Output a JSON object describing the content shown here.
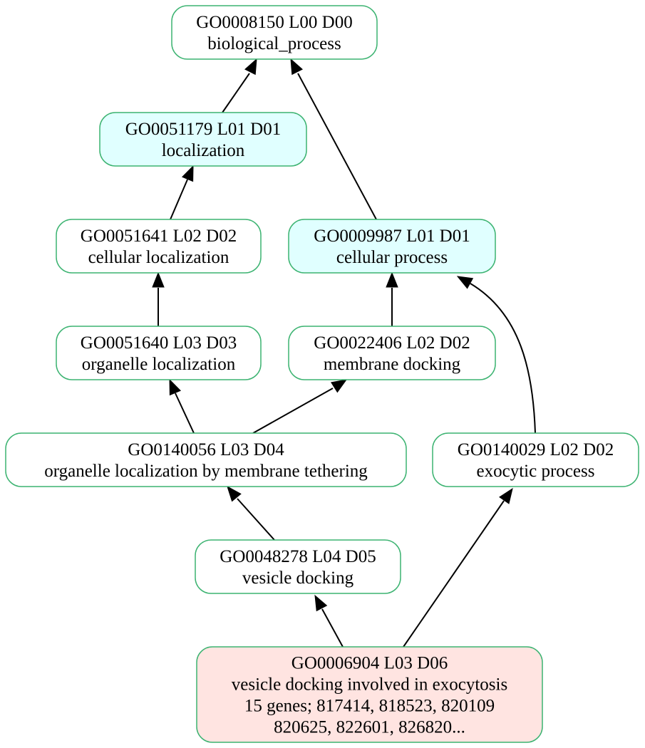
{
  "colors": {
    "border": "#3cb371",
    "default_fill": "#ffffff",
    "level1_fill": "#e0ffff",
    "query_fill": "#ffe4e1",
    "edge": "#000000"
  },
  "nodes": [
    {
      "id": "GO0008150",
      "lines": [
        "GO0008150 L00 D00",
        "biological_process"
      ],
      "fill": "default"
    },
    {
      "id": "GO0051179",
      "lines": [
        "GO0051179 L01 D01",
        "localization"
      ],
      "fill": "level1"
    },
    {
      "id": "GO0051641",
      "lines": [
        "GO0051641 L02 D02",
        "cellular localization"
      ],
      "fill": "default"
    },
    {
      "id": "GO0009987",
      "lines": [
        "GO0009987 L01 D01",
        "cellular process"
      ],
      "fill": "level1"
    },
    {
      "id": "GO0051640",
      "lines": [
        "GO0051640 L03 D03",
        "organelle localization"
      ],
      "fill": "default"
    },
    {
      "id": "GO0022406",
      "lines": [
        "GO0022406 L02 D02",
        "membrane docking"
      ],
      "fill": "default"
    },
    {
      "id": "GO0140056",
      "lines": [
        "GO0140056 L03 D04",
        "organelle localization by membrane tethering"
      ],
      "fill": "default"
    },
    {
      "id": "GO0140029",
      "lines": [
        "GO0140029 L02 D02",
        "exocytic process"
      ],
      "fill": "default"
    },
    {
      "id": "GO0048278",
      "lines": [
        "GO0048278 L04 D05",
        "vesicle docking"
      ],
      "fill": "default"
    },
    {
      "id": "GO0006904",
      "lines": [
        "GO0006904 L03 D06",
        "vesicle docking involved in exocytosis",
        "15 genes; 817414, 818523, 820109",
        "820625, 822601, 826820..."
      ],
      "fill": "query"
    }
  ],
  "edges": [
    {
      "from": "GO0051179",
      "to": "GO0008150"
    },
    {
      "from": "GO0009987",
      "to": "GO0008150"
    },
    {
      "from": "GO0051641",
      "to": "GO0051179"
    },
    {
      "from": "GO0051640",
      "to": "GO0051641"
    },
    {
      "from": "GO0022406",
      "to": "GO0009987"
    },
    {
      "from": "GO0140029",
      "to": "GO0009987"
    },
    {
      "from": "GO0140056",
      "to": "GO0051640"
    },
    {
      "from": "GO0140056",
      "to": "GO0022406"
    },
    {
      "from": "GO0048278",
      "to": "GO0140056"
    },
    {
      "from": "GO0006904",
      "to": "GO0048278"
    },
    {
      "from": "GO0006904",
      "to": "GO0140029"
    }
  ]
}
